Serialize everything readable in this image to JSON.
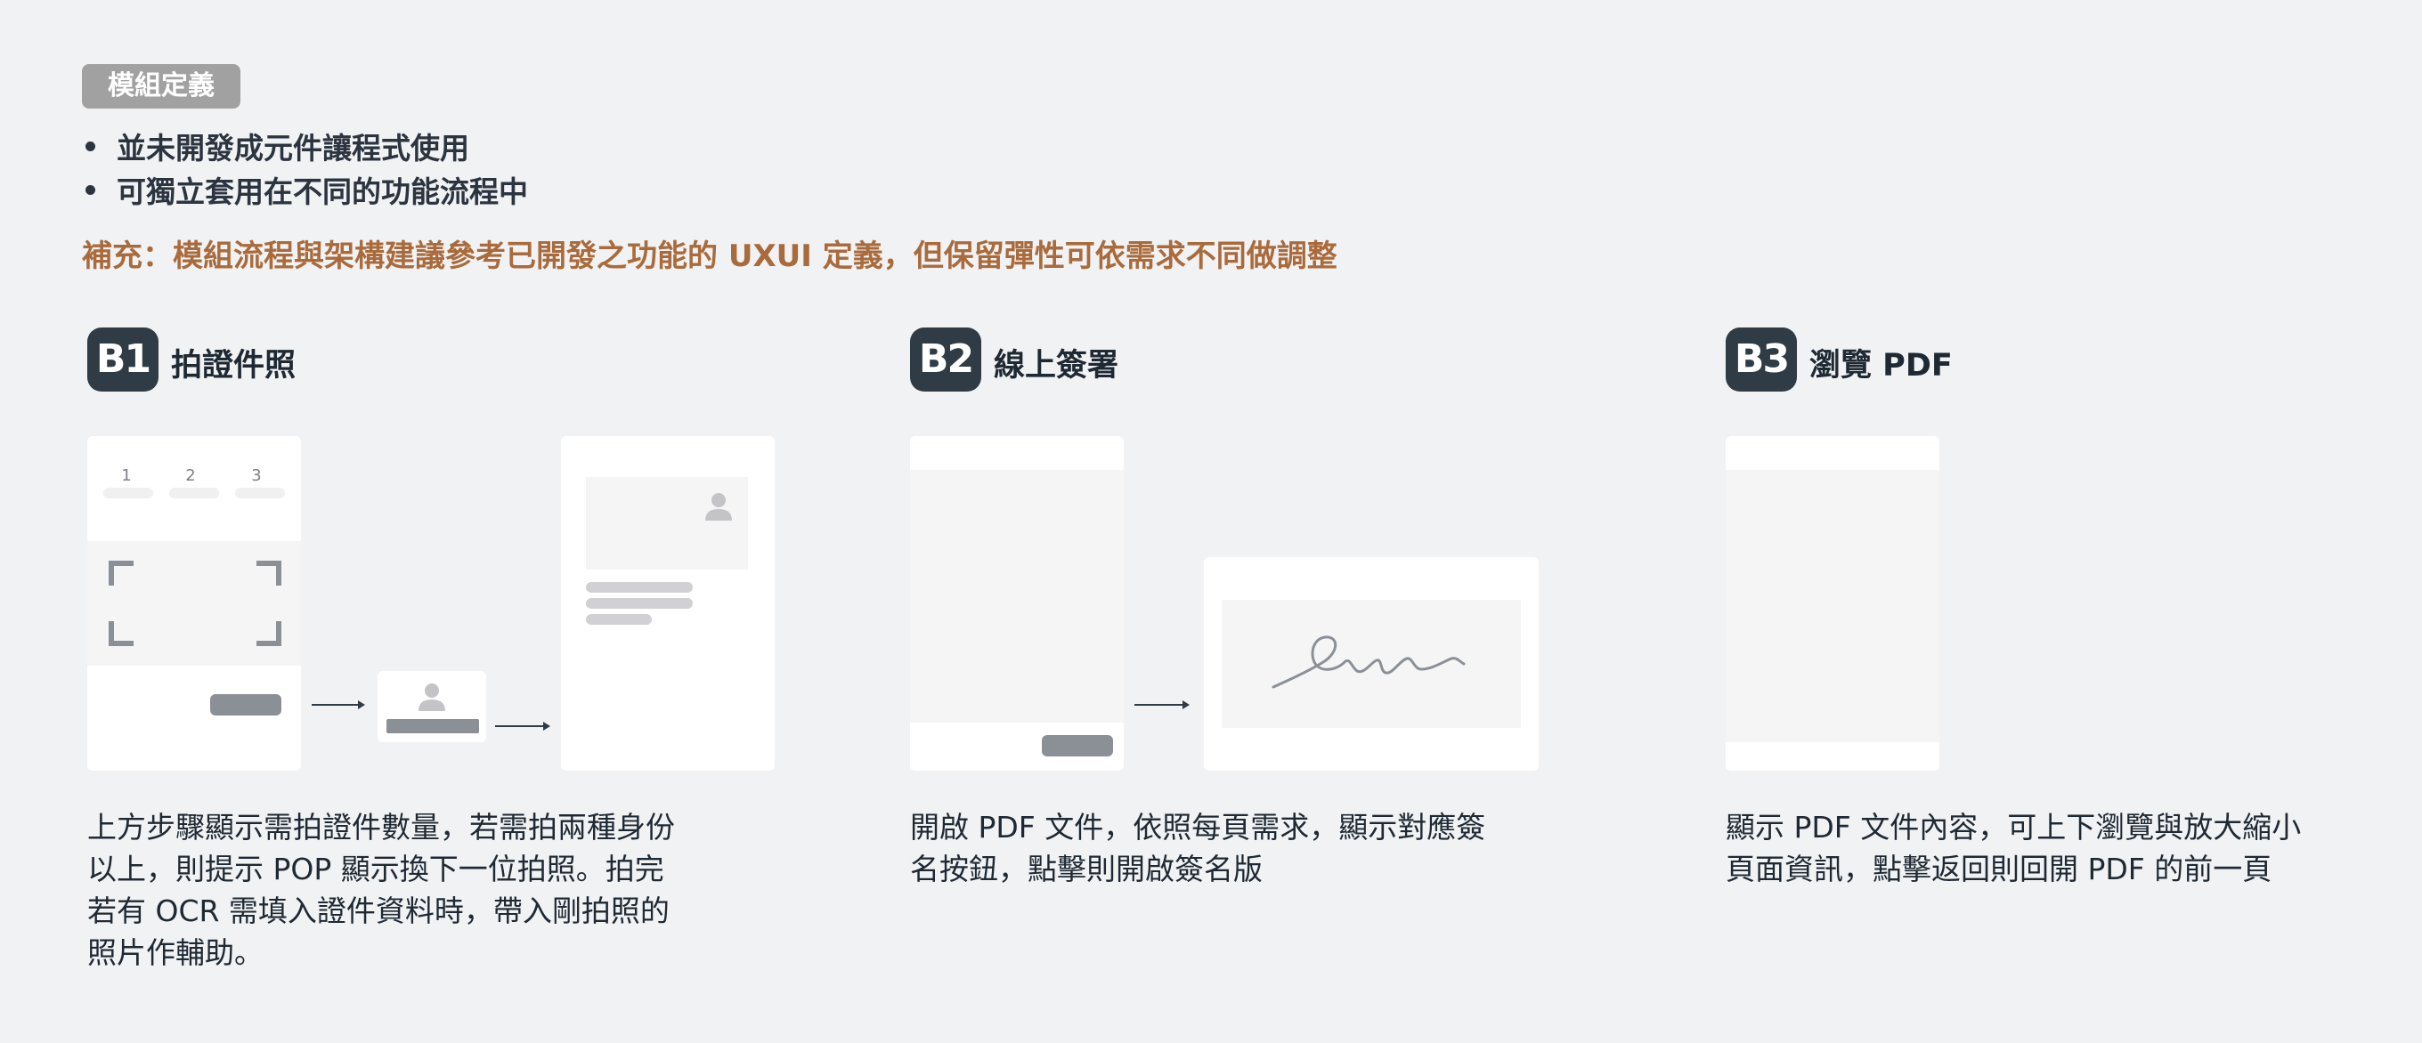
{
  "module_tag": "模組定義",
  "bullets": [
    "並未開發成元件讓程式使用",
    "可獨立套用在不同的功能流程中"
  ],
  "note": "補充：模組流程與架構建議參考已開發之功能的 UXUI 定義，但保留彈性可依需求不同做調整",
  "sections": [
    {
      "badge": "B1",
      "title": "拍證件照",
      "steps": [
        "1",
        "2",
        "3"
      ],
      "description": [
        "上方步驟顯示需拍證件數量，若需拍兩種身份",
        "以上，則提示 POP 顯示換下一位拍照。拍完",
        "若有 OCR 需填入證件資料時，帶入剛拍照的",
        "照片作輔助。"
      ]
    },
    {
      "badge": "B2",
      "title": "線上簽署",
      "description": [
        "開啟 PDF 文件，依照每頁需求，顯示對應簽",
        "名按鈕，點擊則開啟簽名版"
      ]
    },
    {
      "badge": "B3",
      "title": "瀏覽 PDF",
      "description": [
        "顯示 PDF 文件內容，可上下瀏覽與放大縮小",
        "頁面資訊，點擊返回則回開 PDF 的前一頁"
      ]
    }
  ],
  "colors": {
    "background": "#f1f2f4",
    "badge": "#2f3b45",
    "note": "#a96b3c",
    "tag": "#a1a1a1"
  }
}
